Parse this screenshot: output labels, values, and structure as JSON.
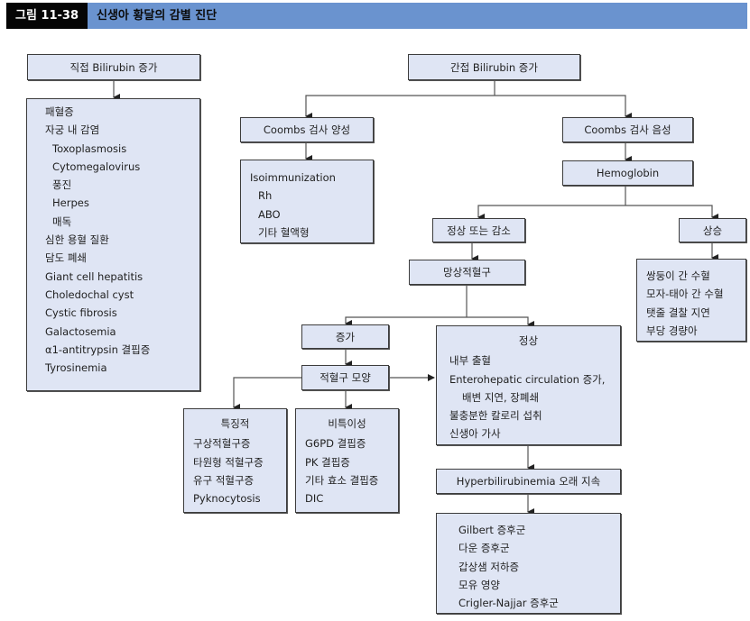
{
  "figure": {
    "number": "그림 11-38",
    "title": "신생아 황달의 감별 진단"
  },
  "nodes": {
    "direct": "직접 Bilirubin 증가",
    "direct_causes": [
      "패혈증",
      "자궁 내 감염",
      "Toxoplasmosis",
      "Cytomegalovirus",
      "풍진",
      "Herpes",
      "매독",
      "심한 용혈 질환",
      "담도 폐쇄",
      "Giant cell hepatitis",
      "Choledochal cyst",
      "Cystic fibrosis",
      "Galactosemia",
      "α1-antitrypsin 결핍증",
      "Tyrosinemia"
    ],
    "indirect": "간접 Bilirubin 증가",
    "coombs_pos": "Coombs 검사 양성",
    "coombs_pos_causes": [
      "Isoimmunization",
      "Rh",
      "ABO",
      "기타 혈액형"
    ],
    "coombs_neg": "Coombs 검사 음성",
    "hemoglobin": "Hemoglobin",
    "normal_or_low": "정상 또는 감소",
    "high": "상승",
    "high_causes": [
      "쌍둥이 간 수혈",
      "모자-태아 간 수혈",
      "탯줄 결찰 지연",
      "부당 경량아"
    ],
    "reticulocyte": "망상적혈구",
    "increased": "증가",
    "rbc_morphology": "적혈구 모양",
    "normal": {
      "title": "정상",
      "items": [
        "내부 출혈",
        "Enterohepatic circulation 증가,",
        "배변 지연, 장폐쇄",
        "불충분한 칼로리 섭취",
        "신생아 가사"
      ]
    },
    "specific": {
      "title": "특징적",
      "items": [
        "구상적혈구증",
        "타원형 적혈구증",
        "유구 적혈구증",
        "Pyknocytosis"
      ]
    },
    "nonspecific": {
      "title": "비특이성",
      "items": [
        "G6PD 결핍증",
        "PK 결핍증",
        "기타 효소 결핍증",
        "DIC"
      ]
    },
    "prolonged": "Hyperbilirubinemia 오래 지속",
    "prolonged_causes": [
      "Gilbert 증후군",
      "다운 증후군",
      "갑상샘 저하증",
      "모유 영양",
      "Crigler-Najjar 증후군"
    ]
  }
}
